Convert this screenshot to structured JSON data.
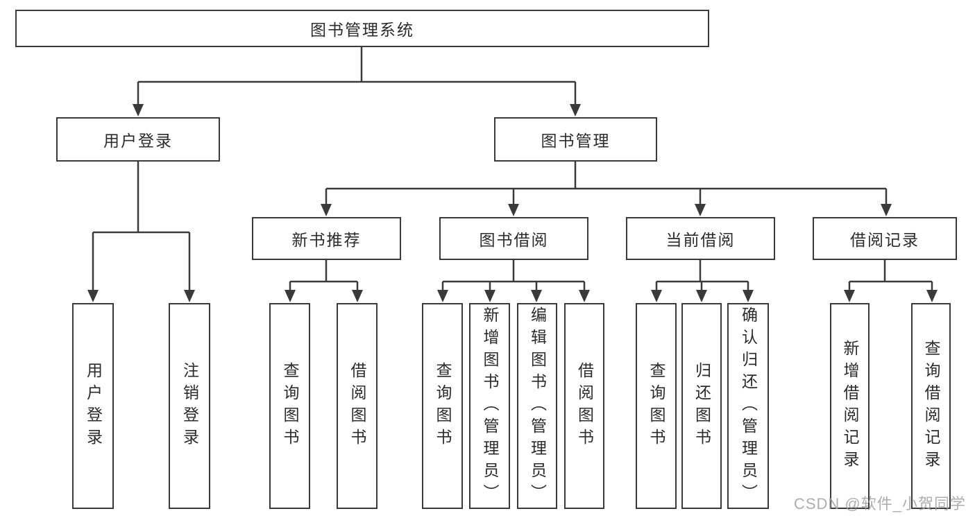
{
  "colors": {
    "line": "#3a3a3a",
    "text": "#2b2b2b",
    "watermark": "#a0a0a0",
    "background": "#ffffff"
  },
  "watermark": "CSDN @软件_小贺同学",
  "chart_type": "tree-diagram",
  "tree": {
    "label": "图书管理系统",
    "children": [
      {
        "label": "用户登录",
        "children": [
          {
            "label": "用户登录"
          },
          {
            "label": "注销登录"
          }
        ]
      },
      {
        "label": "图书管理",
        "children": [
          {
            "label": "新书推荐",
            "children": [
              {
                "label": "查询图书"
              },
              {
                "label": "借阅图书"
              }
            ]
          },
          {
            "label": "图书借阅",
            "children": [
              {
                "label": "查询图书"
              },
              {
                "label": "新增图书（管理员）"
              },
              {
                "label": "编辑图书（管理员）"
              },
              {
                "label": "借阅图书"
              }
            ]
          },
          {
            "label": "当前借阅",
            "children": [
              {
                "label": "查询图书"
              },
              {
                "label": "归还图书"
              },
              {
                "label": "确认归还（管理员）"
              }
            ]
          },
          {
            "label": "借阅记录",
            "children": [
              {
                "label": "新增借阅记录"
              },
              {
                "label": "查询借阅记录"
              }
            ]
          }
        ]
      }
    ]
  }
}
